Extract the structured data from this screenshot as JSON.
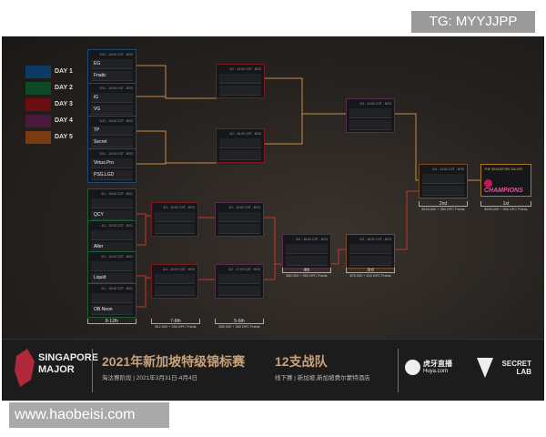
{
  "overlay": {
    "tg": "TG: MYYJJPP",
    "watermark": "www.haobeisi.com"
  },
  "legend": [
    {
      "label": "DAY 1",
      "color": "#0d3a66"
    },
    {
      "label": "DAY 2",
      "color": "#0e4a26"
    },
    {
      "label": "DAY 3",
      "color": "#6a0e12"
    },
    {
      "label": "DAY 4",
      "color": "#4a1a3a"
    },
    {
      "label": "DAY 5",
      "color": "#7a3a12"
    }
  ],
  "upper": [
    {
      "header": "3/31 - 14:00 CST - BO3",
      "teams": [
        "EG",
        "Fnatic"
      ]
    },
    {
      "header": "3/31 - 15:00 CST - BO3",
      "teams": [
        "iG",
        "VG"
      ]
    },
    {
      "header": "3/31 - 14:00 CST - BO3",
      "teams": [
        "TP",
        "Secret"
      ]
    },
    {
      "header": "3/31 - 15:00 CST - BO3",
      "teams": [
        "Virtus.Pro",
        "PSG.LGD"
      ]
    }
  ],
  "upper_qf": [
    {
      "header": "4/2 - 14:00 CST - BO3"
    },
    {
      "header": "4/2 - 15:00 CST - BO3"
    }
  ],
  "upper_sf": {
    "header": "4/3 - 14:00 CST - BO3"
  },
  "grand_final": {
    "header": "4/4 - 14:00 CST - BO5"
  },
  "champion": {
    "title": "THE SINGAPORE MAJOR",
    "label": "CHAMPIONS"
  },
  "lower": [
    {
      "header": "4/1 - 14:00 CST - BO1",
      "teams": [
        "",
        "QCY"
      ]
    },
    {
      "header": "4/1 - 15:00 CST - BO1",
      "teams": [
        "",
        "Alter"
      ]
    },
    {
      "header": "4/1 - 14:00 CST - BO1",
      "teams": [
        "",
        "Liquid"
      ]
    },
    {
      "header": "4/1 - 15:00 CST - BO1",
      "teams": [
        "",
        "OB.Neon"
      ]
    }
  ],
  "lower_r2": [
    {
      "header": "4/1 - 16:00 CST - BO3"
    },
    {
      "header": "4/1 - 19:00 CST - BO3"
    }
  ],
  "lower_r3": [
    {
      "header": "4/2 - 16:00 CST - BO3"
    },
    {
      "header": "4/2 - 17:00 CST - BO3"
    }
  ],
  "lower_r4": {
    "header": "4/3 - 16:00 CST - BO3"
  },
  "lower_final": {
    "header": "4/3 - 18:00 CST - BO3"
  },
  "placements": {
    "p812": {
      "label": "8-12th",
      "prize": ""
    },
    "p78": {
      "label": "7-8th",
      "prize": "$12,500 + 250 DPC Points"
    },
    "p56": {
      "label": "5-6th",
      "prize": "$35,000 + 350 DPC Points"
    },
    "p4": {
      "label": "4th",
      "prize": "$50,000 + 350 DPC Points"
    },
    "p3": {
      "label": "3rd",
      "prize": "$75,000 + 400 DPC Points"
    },
    "p2": {
      "label": "2nd",
      "prize": "$100,000 + 450 DPC Points"
    },
    "p1": {
      "label": "1st",
      "prize": "$200,000 + 500 DPC Points"
    }
  },
  "banner": {
    "logo_line1": "SINGAPORE",
    "logo_line2": "MAJOR",
    "title": "2021年新加坡特级锦标赛",
    "subtitle": "淘汰赛阶段 | 2021年3月31日-4月4日",
    "teams_title": "12支战队",
    "teams_sub": "线下赛 | 新加坡,新加坡费尔蒙特酒店",
    "huya": "虎牙直播",
    "huya_url": "Huya.com",
    "secretlab_1": "SECRET",
    "secretlab_2": "LAB"
  }
}
